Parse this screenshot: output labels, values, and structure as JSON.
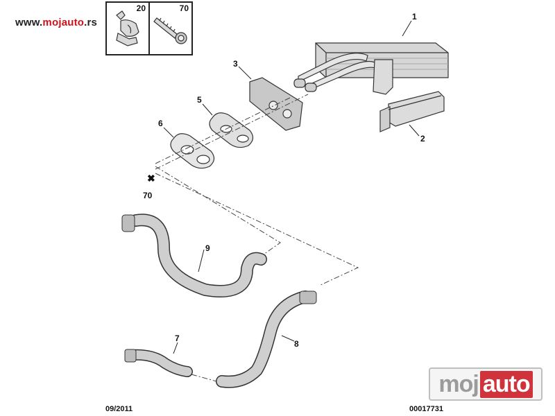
{
  "watermark": {
    "prefix": "www.",
    "brand": "mojauto",
    "suffix": ".rs"
  },
  "insets": [
    {
      "number": "20"
    },
    {
      "number": "70"
    }
  ],
  "callouts": {
    "c1": "1",
    "c2": "2",
    "c3": "3",
    "c5": "5",
    "c6": "6",
    "c70": "70",
    "c9": "9",
    "c8": "8",
    "c7": "7"
  },
  "footer": {
    "date": "09/2011",
    "ref": "00017731"
  },
  "logo": {
    "left": "moj",
    "right": "auto"
  }
}
